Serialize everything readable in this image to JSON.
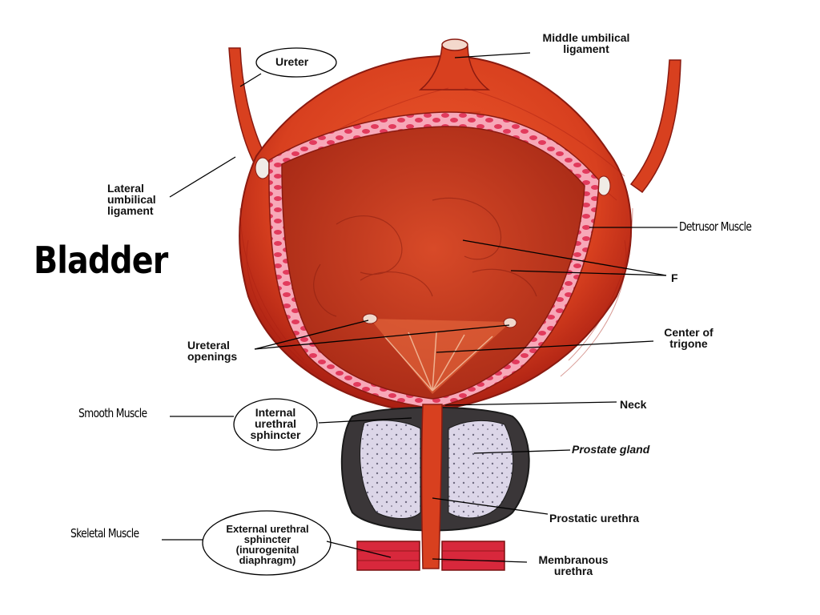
{
  "title": "Bladder",
  "labels": {
    "ureter": "Ureter",
    "middle_umbilical_ligament": "Middle umbilical\nligament",
    "lateral_umbilical_ligament": "Lateral\numbilical\nligament",
    "detrusor_muscle": "Detrusor Muscle",
    "f": "F",
    "ureteral_openings": "Ureteral\nopenings",
    "center_of_trigone": "Center of\ntrigone",
    "neck": "Neck",
    "smooth_muscle": "Smooth Muscle",
    "internal_urethral_sphincter": "Internal\nurethral\nsphincter",
    "prostate_gland": "Prostate gland",
    "prostatic_urethra": "Prostatic urethra",
    "skeletal_muscle": "Skeletal Muscle",
    "external_urethral_sphincter": "External urethral\nsphincter\n(inurogenital\ndiaphragm)",
    "membranous_urethra": "Membranous\nurethra"
  },
  "colors": {
    "muscle": "#d8401f",
    "muscle_dark": "#a81e12",
    "lumen": "#c0361c",
    "wall_pink": "#e84a6a",
    "prostate": "#d9d4e6",
    "leader": "#000000"
  }
}
